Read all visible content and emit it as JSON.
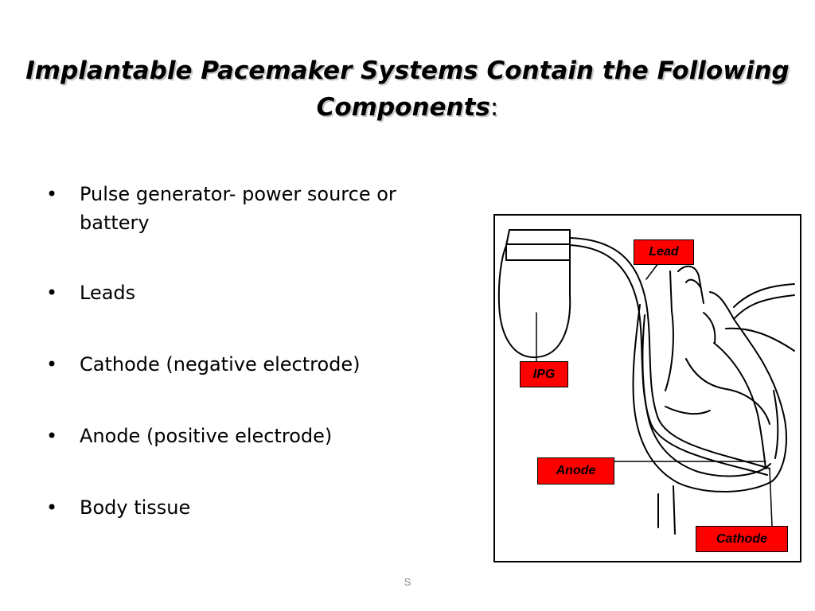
{
  "title": {
    "line1": "Implantable Pacemaker Systems Contain the Following",
    "line2": "Components",
    "colon": ":"
  },
  "bullets": [
    {
      "symbol": "•",
      "text": "Pulse generator- power source or battery"
    },
    {
      "symbol": "•",
      "text": "Leads"
    },
    {
      "symbol": "•",
      "text": "Cathode (negative electrode)"
    },
    {
      "symbol": "•",
      "text": "Anode (positive electrode)"
    },
    {
      "symbol": "•",
      "text": "Body tissue"
    }
  ],
  "figure": {
    "labels": {
      "lead": "Lead",
      "ipg": "IPG",
      "anode": "Anode",
      "cathode": "Cathode"
    },
    "colors": {
      "label_fill": "#ff0000",
      "stroke": "#000000"
    }
  },
  "footer": {
    "text": "S"
  }
}
